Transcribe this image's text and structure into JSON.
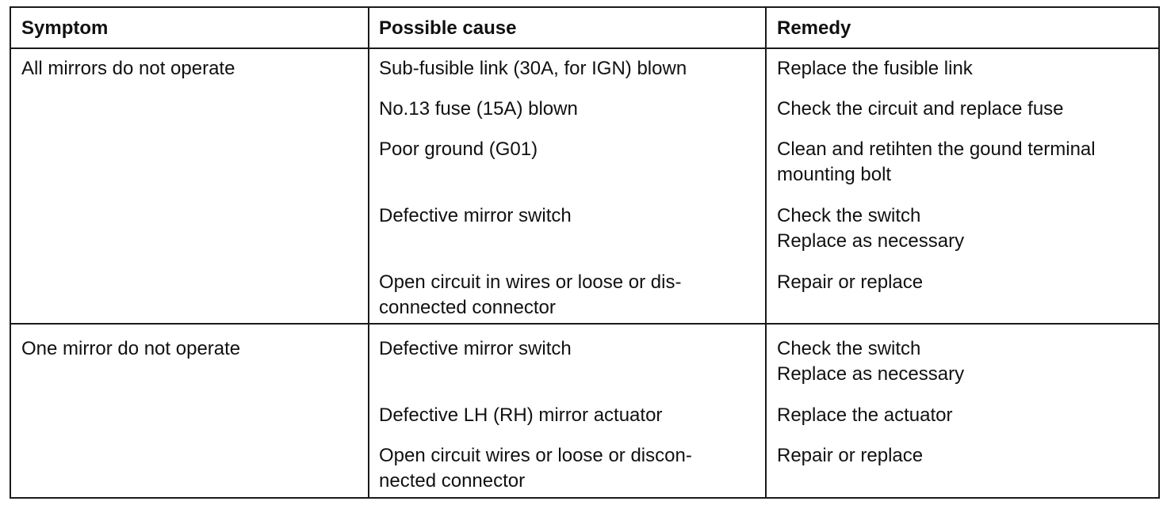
{
  "table": {
    "headers": {
      "symptom": "Symptom",
      "cause": "Possible cause",
      "remedy": "Remedy"
    },
    "groups": [
      {
        "symptom": "All mirrors do not operate",
        "rows": [
          {
            "cause": [
              "Sub-fusible link (30A, for IGN) blown"
            ],
            "remedy": [
              "Replace the fusible link"
            ]
          },
          {
            "cause": [
              "No.13 fuse (15A) blown"
            ],
            "remedy": [
              "Check the circuit and replace fuse"
            ]
          },
          {
            "cause": [
              "Poor ground (G01)"
            ],
            "remedy": [
              "Clean and retihten the gound terminal",
              "mounting bolt"
            ]
          },
          {
            "cause": [
              "Defective mirror switch"
            ],
            "remedy": [
              "Check the switch",
              "Replace as necessary"
            ]
          },
          {
            "cause": [
              "Open circuit in wires or loose or dis-",
              "connected connector"
            ],
            "remedy": [
              "Repair or replace"
            ]
          }
        ]
      },
      {
        "symptom": "One mirror do not operate",
        "rows": [
          {
            "cause": [
              "Defective mirror switch"
            ],
            "remedy": [
              "Check the switch",
              "Replace as necessary"
            ]
          },
          {
            "cause": [
              "Defective LH (RH) mirror actuator"
            ],
            "remedy": [
              "Replace the actuator"
            ]
          },
          {
            "cause": [
              "Open circuit wires or loose or discon-",
              "nected connector"
            ],
            "remedy": [
              "Repair or replace"
            ]
          }
        ]
      }
    ]
  }
}
